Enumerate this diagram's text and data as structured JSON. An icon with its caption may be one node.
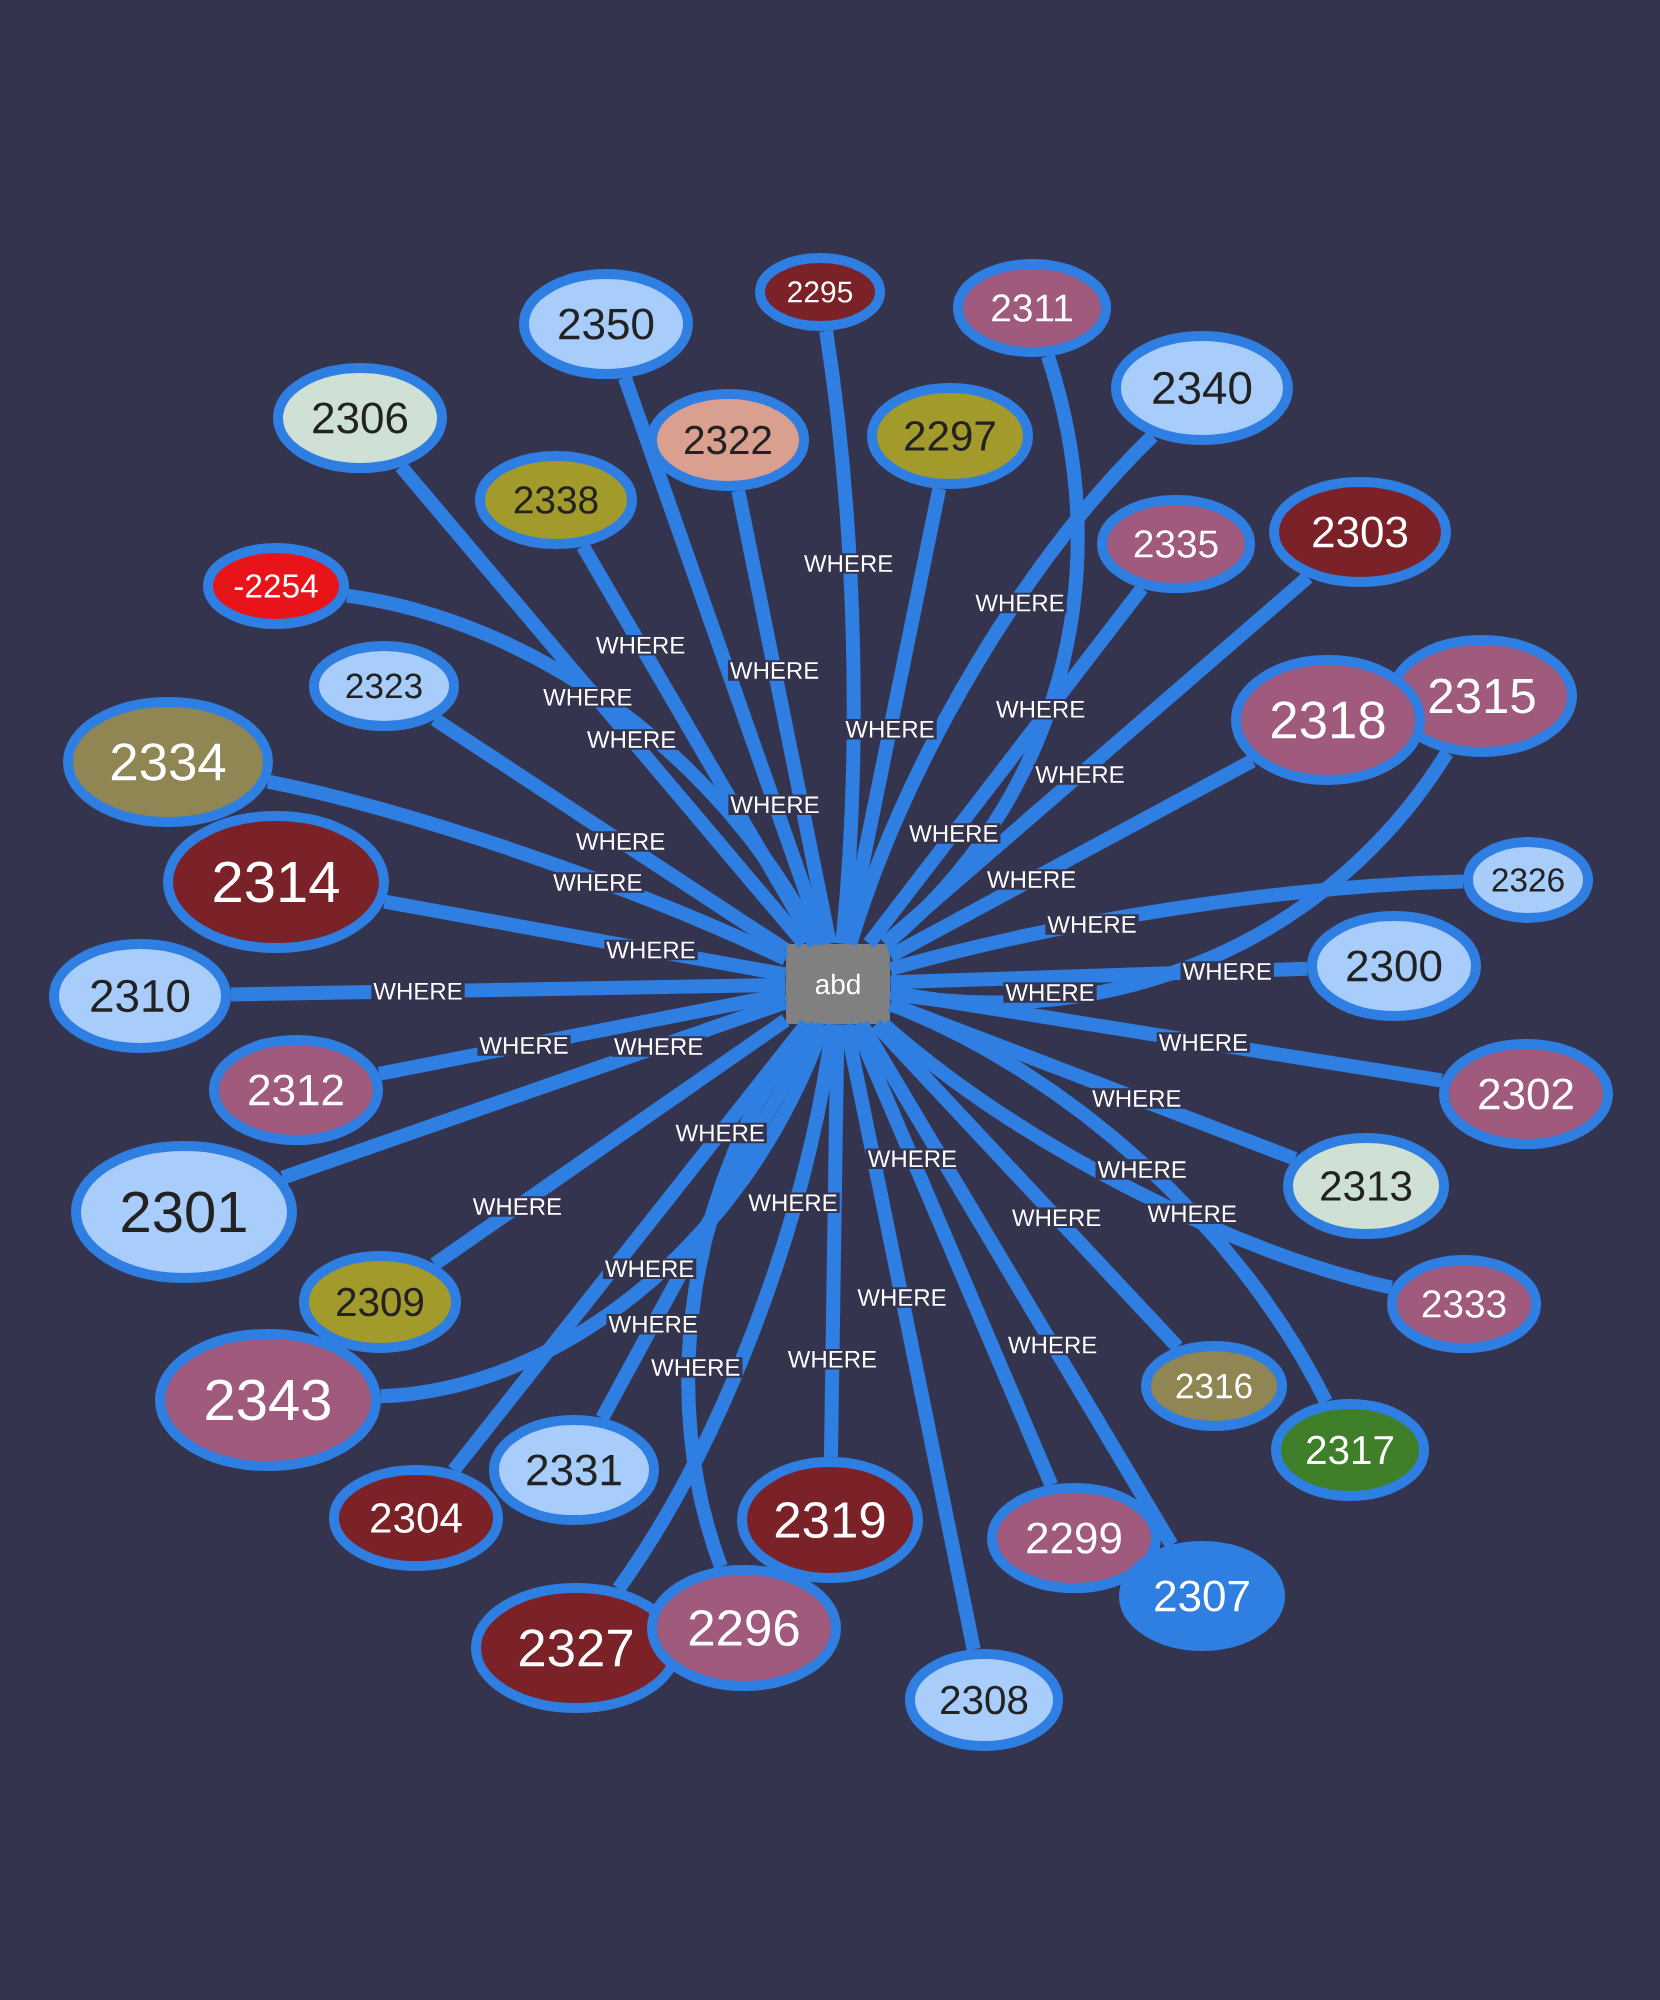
{
  "diagram": {
    "nodes": [
      {
        "text": [
          "abd"
        ]
      },
      {
        "text": [
          "2295"
        ]
      },
      {
        "text": [
          "2311"
        ]
      },
      {
        "text": [
          "2350"
        ]
      },
      {
        "text": [
          "2340"
        ]
      },
      {
        "text": [
          "2306"
        ]
      },
      {
        "text": [
          "2297"
        ]
      },
      {
        "text": [
          "2322"
        ]
      },
      {
        "text": [
          "2338"
        ]
      },
      {
        "text": [
          "2303"
        ]
      },
      {
        "text": [
          "2335"
        ]
      },
      {
        "text": [
          "-2254"
        ]
      },
      {
        "text": [
          "2323"
        ]
      },
      {
        "text": [
          "2315"
        ]
      },
      {
        "text": [
          "2318"
        ]
      },
      {
        "text": [
          "2334"
        ]
      },
      {
        "text": [
          "2314"
        ]
      },
      {
        "text": [
          "2326"
        ]
      },
      {
        "text": [
          "2300"
        ]
      },
      {
        "text": [
          "2310"
        ]
      },
      {
        "text": [
          "2312"
        ]
      },
      {
        "text": [
          "2302"
        ]
      },
      {
        "text": [
          "2313"
        ]
      },
      {
        "text": [
          "2301"
        ]
      },
      {
        "text": [
          "2309"
        ]
      },
      {
        "text": [
          "2333"
        ]
      },
      {
        "text": [
          "2316"
        ]
      },
      {
        "text": [
          "2343"
        ]
      },
      {
        "text": [
          "2317"
        ]
      },
      {
        "text": [
          "2331"
        ]
      },
      {
        "text": [
          "2304"
        ]
      },
      {
        "text": [
          "2319"
        ]
      },
      {
        "text": [
          "2299"
        ]
      },
      {
        "text": [
          "2307"
        ]
      },
      {
        "text": [
          "2327"
        ]
      },
      {
        "text": [
          "2296"
        ]
      },
      {
        "text": [
          "2308"
        ]
      }
    ],
    "edges": [
      {
        "from": 0,
        "to": 1,
        "arrow": "none",
        "label": "WHERE"
      },
      {
        "from": 0,
        "to": 2,
        "arrow": "none",
        "label": "WHERE"
      },
      {
        "from": 0,
        "to": 3,
        "arrow": "none",
        "label": "WHERE"
      },
      {
        "from": 0,
        "to": 4,
        "arrow": "none",
        "label": "WHERE"
      },
      {
        "from": 0,
        "to": 5,
        "arrow": "none",
        "label": "WHERE"
      },
      {
        "from": 0,
        "to": 6,
        "arrow": "none",
        "label": "WHERE"
      },
      {
        "from": 0,
        "to": 7,
        "arrow": "none",
        "label": "WHERE"
      },
      {
        "from": 0,
        "to": 8,
        "arrow": "none",
        "label": "WHERE"
      },
      {
        "from": 0,
        "to": 9,
        "arrow": "none",
        "label": "WHERE"
      },
      {
        "from": 0,
        "to": 10,
        "arrow": "none",
        "label": "WHERE"
      },
      {
        "from": 0,
        "to": 11,
        "arrow": "none",
        "label": "WHERE"
      },
      {
        "from": 0,
        "to": 12,
        "arrow": "none",
        "label": "WHERE"
      },
      {
        "from": 0,
        "to": 13,
        "arrow": "none",
        "label": "WHERE"
      },
      {
        "from": 0,
        "to": 14,
        "arrow": "none",
        "label": "WHERE"
      },
      {
        "from": 0,
        "to": 15,
        "arrow": "none",
        "label": "WHERE"
      },
      {
        "from": 0,
        "to": 16,
        "arrow": "none",
        "label": "WHERE"
      },
      {
        "from": 0,
        "to": 17,
        "arrow": "none",
        "label": "WHERE"
      },
      {
        "from": 0,
        "to": 18,
        "arrow": "none",
        "label": "WHERE"
      },
      {
        "from": 0,
        "to": 19,
        "arrow": "none",
        "label": "WHERE"
      },
      {
        "from": 0,
        "to": 20,
        "arrow": "none",
        "label": "WHERE"
      },
      {
        "from": 0,
        "to": 21,
        "arrow": "none",
        "label": "WHERE"
      },
      {
        "from": 0,
        "to": 22,
        "arrow": "none",
        "label": "WHERE"
      },
      {
        "from": 0,
        "to": 23,
        "arrow": "none",
        "label": "WHERE"
      },
      {
        "from": 0,
        "to": 24,
        "arrow": "none",
        "label": "WHERE"
      },
      {
        "from": 0,
        "to": 25,
        "arrow": "none",
        "label": "WHERE"
      },
      {
        "from": 0,
        "to": 26,
        "arrow": "none",
        "label": "WHERE"
      },
      {
        "from": 0,
        "to": 27,
        "arrow": "none",
        "label": "WHERE"
      },
      {
        "from": 0,
        "to": 28,
        "arrow": "none",
        "label": "WHERE"
      },
      {
        "from": 0,
        "to": 29,
        "arrow": "none",
        "label": "WHERE"
      },
      {
        "from": 0,
        "to": 30,
        "arrow": "none",
        "label": "WHERE"
      },
      {
        "from": 0,
        "to": 31,
        "arrow": "none",
        "label": "WHERE"
      },
      {
        "from": 0,
        "to": 32,
        "arrow": "none",
        "label": "WHERE"
      },
      {
        "from": 0,
        "to": 33,
        "arrow": "none",
        "label": "WHERE"
      },
      {
        "from": 0,
        "to": 34,
        "arrow": "none",
        "label": "WHERE"
      },
      {
        "from": 0,
        "to": 35,
        "arrow": "none",
        "label": "WHERE"
      },
      {
        "from": 0,
        "to": 36,
        "arrow": "none",
        "label": "WHERE"
      }
    ]
  }
}
